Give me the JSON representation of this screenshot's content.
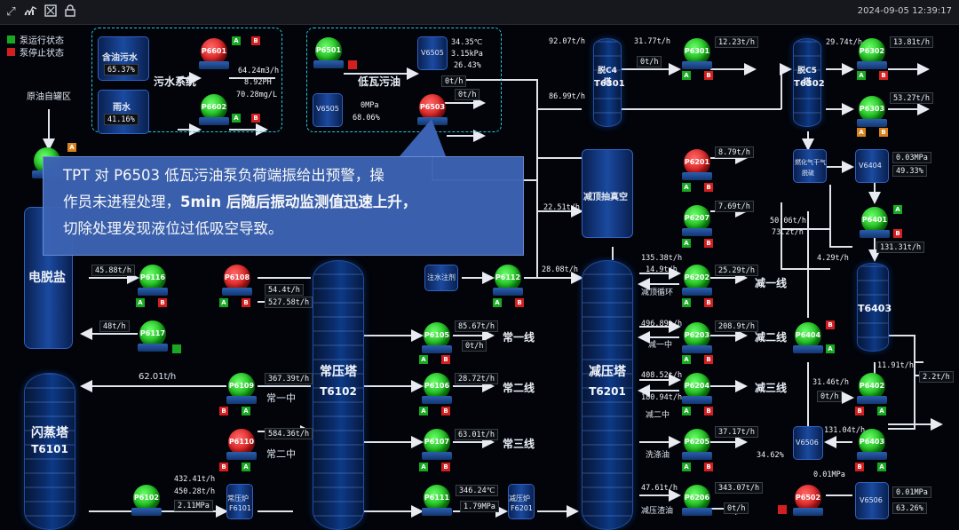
{
  "toolbar": {
    "icons": [
      "expand-icon",
      "chart-icon",
      "fullscreen-icon",
      "lock-icon"
    ],
    "timestamp": "2024-09-05 12:39:17"
  },
  "legend": {
    "running": "泵运行状态",
    "stopped": "泵停止状态",
    "running_color": "#19a824",
    "stopped_color": "#d31f1f"
  },
  "areas": {
    "crude_tank": "原油自罐区",
    "sewage_sys": "污水系统",
    "oily_water": "含油污水",
    "rain_water": "雨水",
    "low_tile": "低瓦污油"
  },
  "sewage": {
    "oily_pct": "65.37%",
    "rain_pct": "41.16%",
    "p6601": "P6601",
    "p6602": "P6602",
    "flow": "64.24m3/h",
    "ph": "8.92PH",
    "cod": "70.28mg/L"
  },
  "lowtile": {
    "p6501": "P6501",
    "v6505": "V6505",
    "v6505_p": "0MPa",
    "v6505_l": "68.06%",
    "v6505b": "V6505",
    "t": "34.35℃",
    "p": "3.15kPa",
    "l": "26.43%",
    "p6503": "P6503",
    "f1": "0t/h",
    "f2": "0t/h"
  },
  "callout": {
    "line1": "TPT 对 P6503 低瓦污油泵负荷端振给出预警，操",
    "line2a": "作员未进程处理，",
    "line2b": "5min 后随后振动监测值迅速上升，",
    "line3": "切除处理发现液位过低吸空导致。"
  },
  "desalter": {
    "name": "电脱盐",
    "p6116": "P6116",
    "p6117": "P6117",
    "f1": "45.88t/h",
    "f2": "48t/h"
  },
  "flash": {
    "name1": "闪蒸塔",
    "name2": "T6101"
  },
  "p6108": {
    "tag": "P6108",
    "f1": "54.4t/h",
    "f2": "527.58t/h"
  },
  "atm": {
    "name1": "常压塔",
    "name2": "T6102",
    "p6109": "P6109",
    "p6110": "P6110",
    "f6109": "367.39t/h",
    "f6110": "584.36t/h",
    "f6109b": "62.01t/h",
    "c1": "常一中",
    "c2": "常二中",
    "p6102": "P6102",
    "f6102a": "432.41t/h",
    "f6102b": "450.28t/h",
    "f6102c": "2.11MPa",
    "furnace": "常压炉",
    "furnace_id": "F6101",
    "p6111": "P6111",
    "t6111": "346.24℃",
    "p6111p": "1.79MPa",
    "vfurnace": "减压炉",
    "vfurnace_id": "F6201"
  },
  "side": {
    "p6105": "P6105",
    "p6106": "P6106",
    "p6107": "P6107",
    "f6105a": "85.67t/h",
    "f6105b": "0t/h",
    "f6106": "28.72t/h",
    "f6107": "63.01t/h",
    "line1": "常一线",
    "line2": "常二线",
    "line3": "常三线"
  },
  "vac": {
    "name1": "减压塔",
    "name2": "T6201",
    "top": "减顶抽真空",
    "inject": "注水注剂",
    "p6112": "P6112",
    "f6112": "28.08t/h",
    "f22": "22.51t/h"
  },
  "vside": {
    "p6202": "P6202",
    "p6203": "P6203",
    "p6204": "P6204",
    "p6205": "P6205",
    "p6206": "P6206",
    "p6201": "P6201",
    "p6207": "P6207",
    "a1": "135.38t/h",
    "a2": "14.9t/h",
    "circ": "减顶循环",
    "a3": "25.29t/h",
    "vl1": "减一线",
    "b1": "496.89t/h",
    "b2": "减一中",
    "b3": "208.9t/h",
    "vl2": "减二线",
    "c1": "408.52t/h",
    "c2": "180.94t/h",
    "c3": "减二中",
    "vl3": "减三线",
    "d1": "37.17t/h",
    "wash": "洗涤油",
    "e1": "47.61t/h",
    "e2": "343.07t/h",
    "e3": "0t/h",
    "resid": "减压渣油",
    "f6201": "8.79t/h",
    "f6207": "7.69t/h"
  },
  "c4": {
    "name1": "脱C4塔",
    "name2": "T6301",
    "f1": "92.07t/h",
    "f2": "86.99t/h",
    "p6301": "P6301",
    "f6301a": "31.77t/h",
    "f6301b": "0t/h",
    "f6301c": "12.23t/h"
  },
  "c5": {
    "name1": "脱C5塔",
    "name2": "T6302",
    "p6302": "P6302",
    "p6303": "P6303",
    "fa": "29.74t/h",
    "fb": "13.81t/h",
    "fc": "53.27t/h"
  },
  "gas": {
    "name1": "燃化气干气",
    "name2": "脱硫",
    "v6404": "V6404",
    "p": "0.03MPa",
    "l": "49.33%",
    "p6401": "P6401",
    "f6401": "131.31t/h",
    "g1": "50.06t/h",
    "g2": "73.2t/h",
    "g3": "4.29t/h"
  },
  "t6403": {
    "name": "T6403",
    "p6404": "P6404",
    "p6402": "P6402",
    "p6403": "P6403",
    "f1": "11.91t/h",
    "f2": "2.2t/h",
    "f3": "31.46t/h",
    "f4": "0t/h",
    "f5": "131.04t/h",
    "v6506": "V6506",
    "l1": "34.62%",
    "p1": "0.01MPa"
  },
  "bottom": {
    "p6502": "P6502",
    "v6506": "V6506",
    "p": "0.01MPa",
    "l": "63.26%"
  }
}
